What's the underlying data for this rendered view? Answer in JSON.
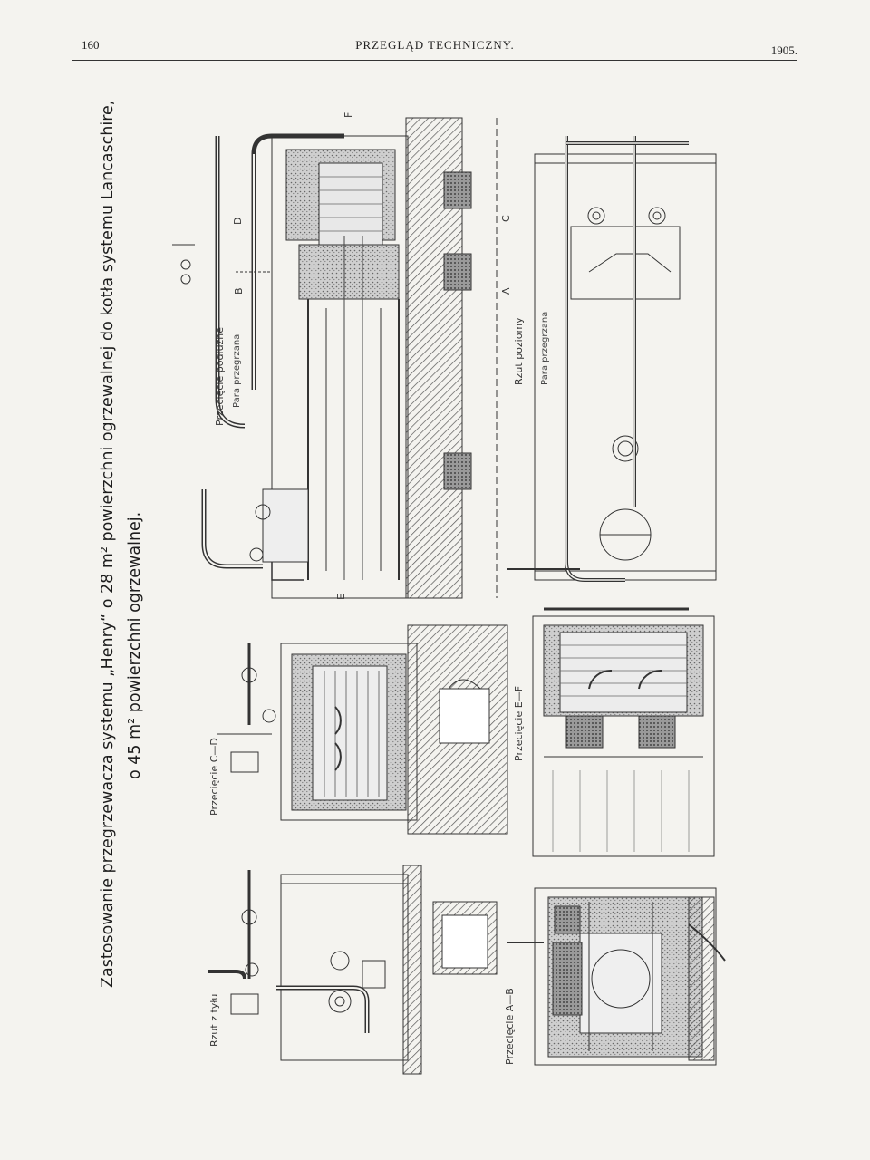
{
  "header": {
    "page_number": "160",
    "journal_title": "PRZEGLĄD TECHNICZNY.",
    "year": "1905."
  },
  "caption": {
    "line1": "Zastosowanie przegrzewacza systemu „Henry“ o 28 m² powierzchni ogrzewalnej do kotła systemu Lancaschire,",
    "line2": "o 45 m² powierzchni ogrzewalnej."
  },
  "drawings": {
    "longitudinal": {
      "title": "Przecięcie podłużne",
      "subtitle": "Para przegrzana"
    },
    "plan": {
      "title": "Rzut poziomy",
      "subtitle": "Para przegrzana"
    },
    "cd": {
      "title": "Przecięcie C—D"
    },
    "ef": {
      "title": "Przecięcie E—F"
    },
    "rear": {
      "title": "Rzut z tyłu"
    },
    "ab": {
      "title": "Przecięcie A—B"
    },
    "markers": {
      "b": "B",
      "d": "D",
      "f": "F",
      "a": "A",
      "c": "C",
      "e": "E"
    }
  }
}
